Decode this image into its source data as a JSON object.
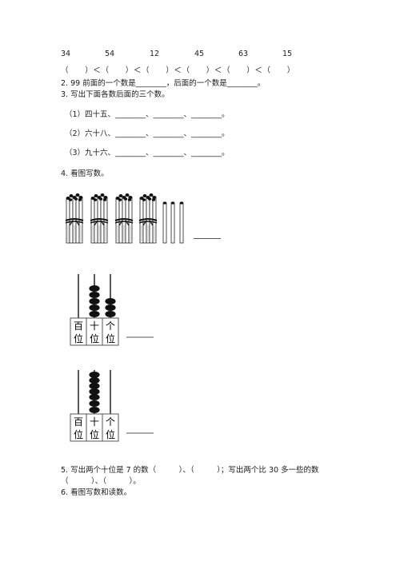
{
  "q1": {
    "numbers": [
      "34",
      "54",
      "12",
      "45",
      "63",
      "15"
    ],
    "compare_row": "（　　）＜（　　）＜（　　）＜（　　）＜（　　）＜（　　）"
  },
  "q2": {
    "text": "2. 99 前面的一个数是________，后面的一个数是________。"
  },
  "q3": {
    "title": "3. 写出下面各数后面的三个数。",
    "items": [
      "（1）四十五、________、________、________。",
      "（2）六十八、________、________、________。",
      "（3）九十六、________、________、________。"
    ]
  },
  "q4": {
    "title": "4. 看图写数。",
    "bundle_count": 4,
    "single_count": 3,
    "abacus1": {
      "hundreds": 0,
      "tens": 5,
      "ones": 3
    },
    "abacus2": {
      "hundreds": 0,
      "tens": 7,
      "ones": 0
    },
    "place_labels": [
      [
        "百",
        "位"
      ],
      [
        "十",
        "位"
      ],
      [
        "个",
        "位"
      ]
    ]
  },
  "q5": {
    "line1": "5. 写出两个十位是 7 的数（　　　）、（　　　）；写出两个比 30 多一些的数",
    "line2": "（　　　）、（　　　）。"
  },
  "q6": {
    "title": "6. 看图写数和读数。"
  }
}
